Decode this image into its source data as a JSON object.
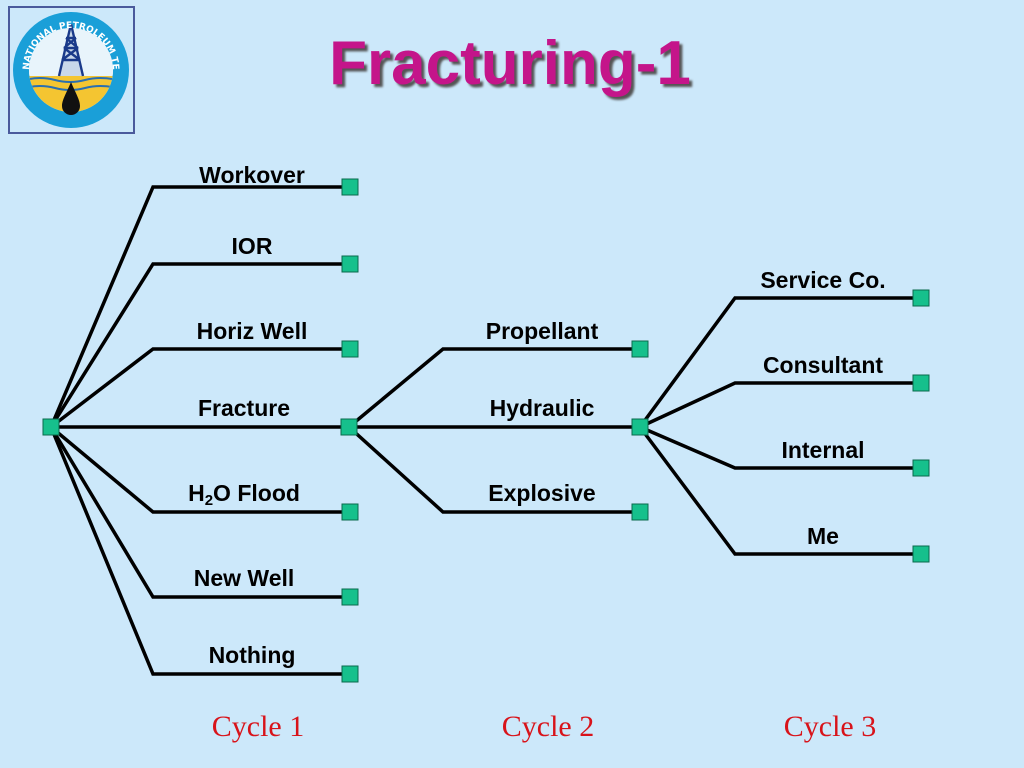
{
  "slide": {
    "title": "Fracturing-1",
    "logo": {
      "ring_text": "NATIONAL PETROLEUM TECHNOLOGY OFFICE",
      "icon": "oil-derrick-icon"
    }
  },
  "colors": {
    "background": "#cce8fa",
    "title": "#c4158a",
    "node_fill": "#16c08c",
    "line": "#000000",
    "cycle_label": "#d8131a"
  },
  "tree": {
    "cycle1": {
      "workover": "Workover",
      "ior": "IOR",
      "horiz_well": "Horiz Well",
      "fracture": "Fracture",
      "h2o_flood_h": "H",
      "h2o_flood_sub": "2",
      "h2o_flood_rest": "O Flood",
      "new_well": "New Well",
      "nothing": "Nothing"
    },
    "cycle2": {
      "propellant": "Propellant",
      "hydraulic": "Hydraulic",
      "explosive": "Explosive"
    },
    "cycle3": {
      "service_co": "Service Co.",
      "consultant": "Consultant",
      "internal": "Internal",
      "me": "Me"
    }
  },
  "cycles": [
    "Cycle 1",
    "Cycle 2",
    "Cycle 3"
  ]
}
